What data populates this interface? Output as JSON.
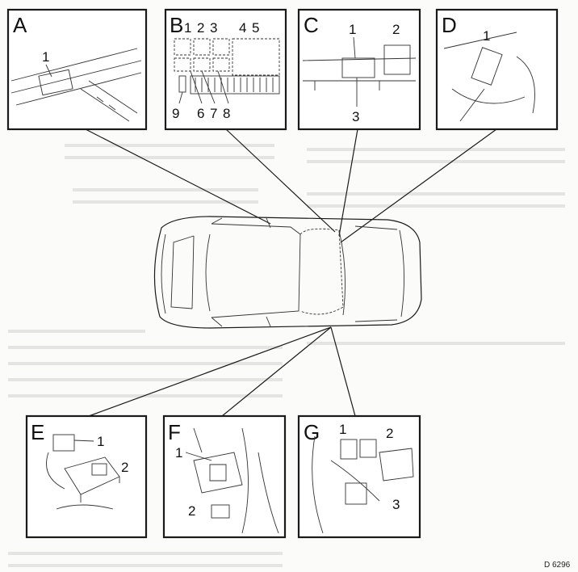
{
  "figure_ref": "D 6296",
  "panels": {
    "A": {
      "letter": "A",
      "callouts": [
        "1"
      ]
    },
    "B": {
      "letter": "B",
      "callouts": [
        "1",
        "2",
        "3",
        "4",
        "5",
        "6",
        "7",
        "8",
        "9"
      ]
    },
    "C": {
      "letter": "C",
      "callouts": [
        "1",
        "2",
        "3"
      ]
    },
    "D": {
      "letter": "D",
      "callouts": [
        "1"
      ]
    },
    "E": {
      "letter": "E",
      "callouts": [
        "1",
        "2"
      ]
    },
    "F": {
      "letter": "F",
      "callouts": [
        "1",
        "2"
      ]
    },
    "G": {
      "letter": "G",
      "callouts": [
        "1",
        "2",
        "3"
      ]
    }
  }
}
